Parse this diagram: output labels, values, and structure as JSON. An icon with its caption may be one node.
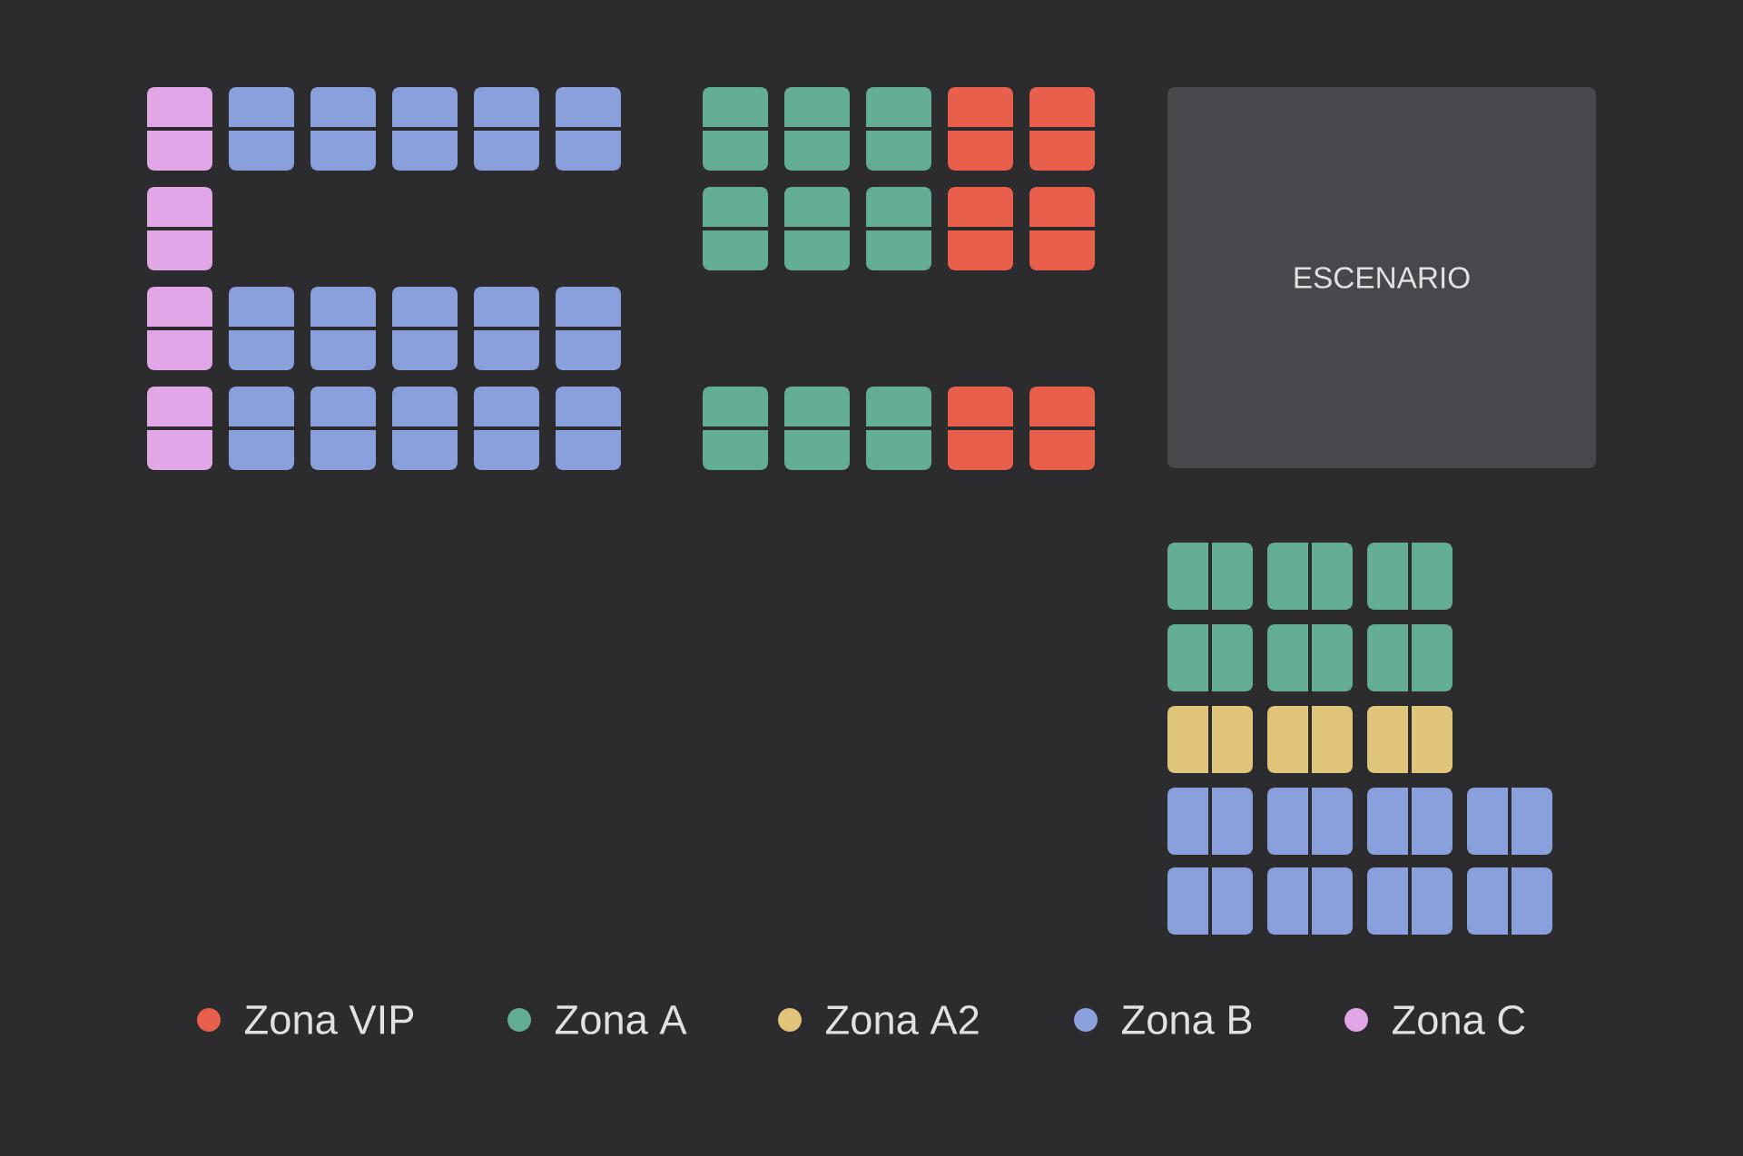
{
  "diagram": {
    "nodes": [
      {
        "text": [
          "ESCENARIO"
        ]
      }
    ],
    "edges": [],
    "legend": [
      {
        "text": "Zona VIP",
        "color": "#e8604c"
      },
      {
        "text": "Zona A",
        "color": "#63ad94"
      },
      {
        "text": "Zona A2",
        "color": "#e0c47a"
      },
      {
        "text": "Zona B",
        "color": "#8aa0dc"
      },
      {
        "text": "Zona C",
        "color": "#e0a6e6"
      }
    ]
  }
}
